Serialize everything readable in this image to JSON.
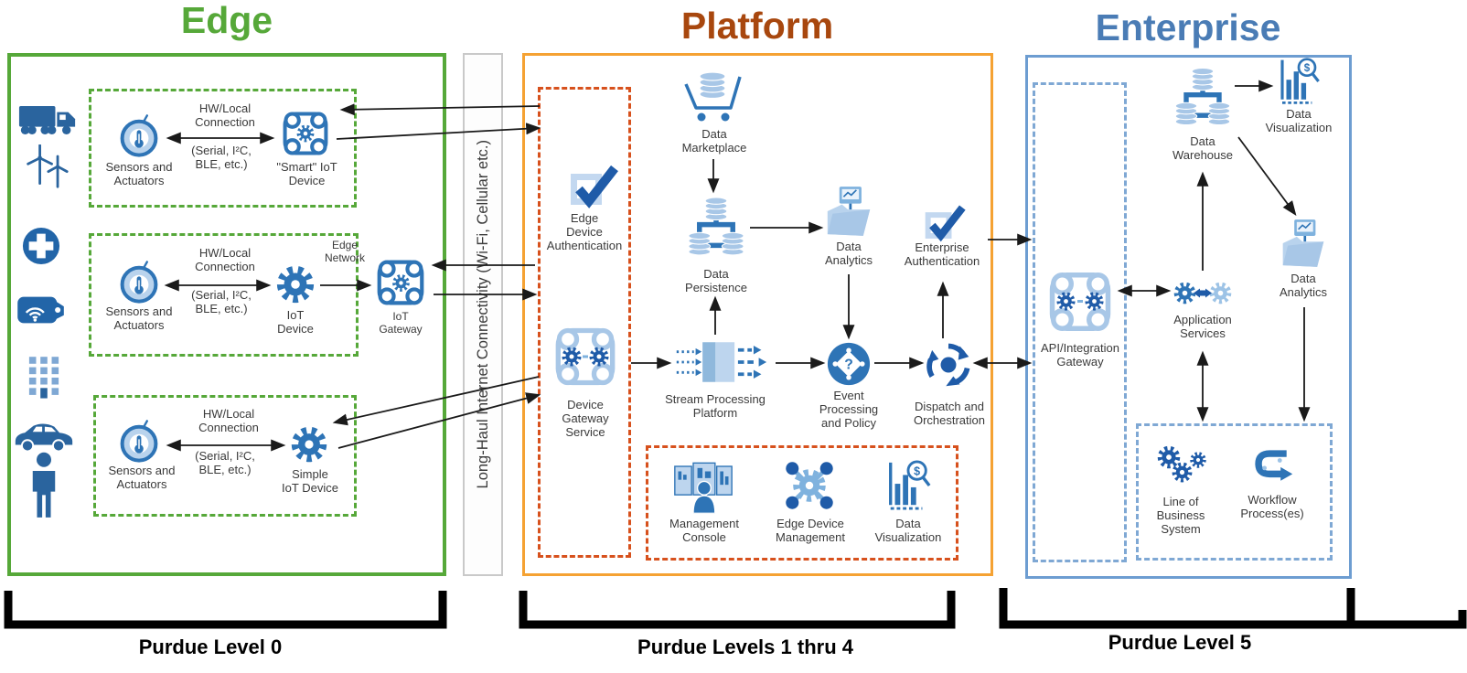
{
  "titles": {
    "edge": "Edge",
    "platform": "Platform",
    "enterprise": "Enterprise"
  },
  "connectivity_bar": {
    "label": "Long-Haul Internet Connectivity (Wi-Fi, Cellular etc.)"
  },
  "purdue": {
    "level0": "Purdue Level 0",
    "level1to4": "Purdue Levels 1 thru 4",
    "level5": "Purdue Level 5"
  },
  "edge": {
    "group1": {
      "sensors": "Sensors and\nActuators",
      "connection": "HW/Local\nConnection",
      "connection_detail": "(Serial, I²C,\nBLE, etc.)",
      "device": "\"Smart\" IoT\nDevice"
    },
    "group2": {
      "sensors": "Sensors and\nActuators",
      "connection": "HW/Local\nConnection",
      "connection_detail": "(Serial, I²C,\nBLE, etc.)",
      "device": "IoT\nDevice",
      "edge_network": "Edge\nNetwork",
      "gateway": "IoT\nGateway"
    },
    "group3": {
      "sensors": "Sensors and\nActuators",
      "connection": "HW/Local\nConnection",
      "connection_detail": "(Serial, I²C,\nBLE, etc.)",
      "device": "Simple\nIoT Device"
    }
  },
  "platform": {
    "edge_device_auth": "Edge\nDevice\nAuthentication",
    "device_gateway_service": "Device\nGateway\nService",
    "data_marketplace": "Data\nMarketplace",
    "data_persistence": "Data\nPersistence",
    "data_analytics": "Data\nAnalytics",
    "enterprise_auth": "Enterprise\nAuthentication",
    "stream_processing": "Stream Processing\nPlatform",
    "event_processing": "Event\nProcessing\nand Policy",
    "dispatch": "Dispatch and\nOrchestration",
    "management_console": "Management\nConsole",
    "edge_device_management": "Edge Device\nManagement",
    "data_visualization": "Data\nVisualization"
  },
  "enterprise": {
    "data_warehouse": "Data\nWarehouse",
    "data_visualization": "Data\nVisualization",
    "data_analytics": "Data\nAnalytics",
    "api_gateway": "API/Integration\nGateway",
    "application_services": "Application\nServices",
    "line_of_business": "Line of\nBusiness\nSystem",
    "workflow": "Workflow\nProcess(es)"
  },
  "icons": {
    "event_glyph": "?",
    "currency_glyph": "$"
  },
  "colors": {
    "edge_green": "#56A839",
    "platform_orange": "#F5A233",
    "platform_dashed": "#D7511D",
    "platform_title": "#A8470E",
    "enterprise_blue": "#6D9DD1",
    "enterprise_title": "#4A7CB5",
    "icon_dark_blue": "#2E74B6",
    "icon_light_blue": "#A8C7E7",
    "bar_gray": "#C9C9C9"
  }
}
